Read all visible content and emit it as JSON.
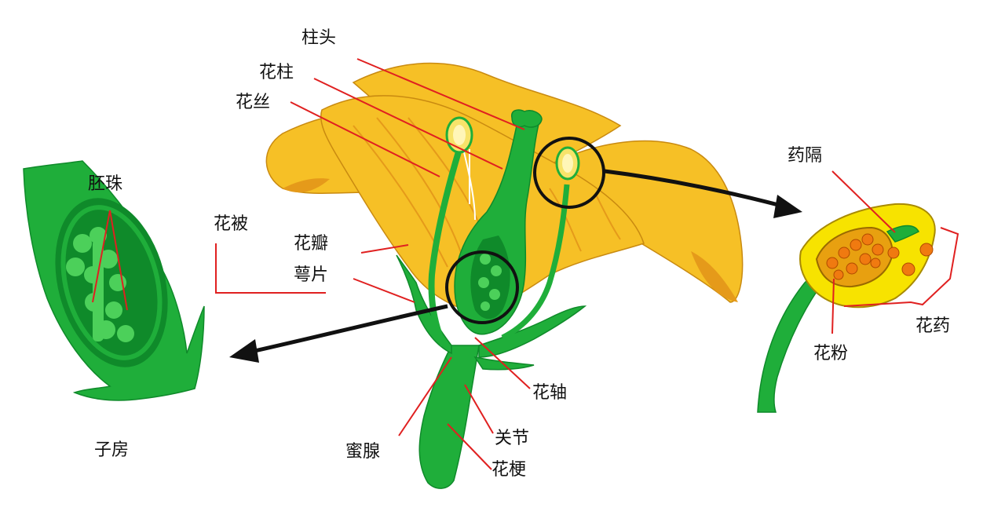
{
  "labels": {
    "stigma": "柱头",
    "style": "花柱",
    "filament": "花丝",
    "ovule": "胚珠",
    "perianth": "花被",
    "petal": "花瓣",
    "sepal": "萼片",
    "ovary": "子房",
    "anther_connective": "药隔",
    "pollen": "花粉",
    "anther": "花药",
    "receptacle": "花轴",
    "nectary": "蜜腺",
    "node": "关节",
    "pedicel": "花梗"
  },
  "colors": {
    "petal_yellow": "#f6c026",
    "petal_dark": "#e59a1a",
    "petal_light": "#fde88a",
    "green": "#1fae3a",
    "green_dark": "#0f8a2a",
    "green_light": "#4cd05a",
    "leader_line": "#e02020",
    "arrow": "#111111",
    "pollen_orange": "#f07a10"
  }
}
